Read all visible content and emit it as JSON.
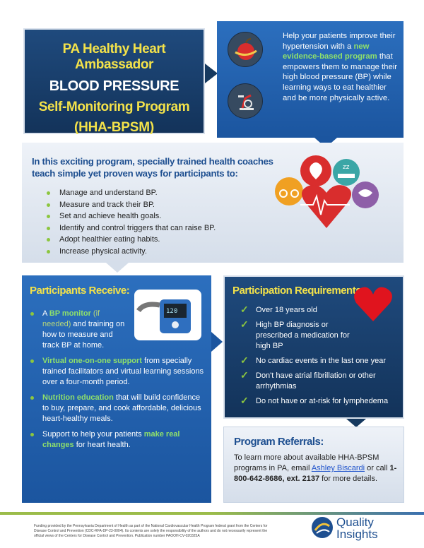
{
  "title": {
    "line1": "PA Healthy Heart Ambassador",
    "line2": "BLOOD PRESSURE",
    "line3": "Self-Monitoring Program",
    "line4": "(HHA-BPSM)"
  },
  "intro": {
    "part1": "Help your patients improve their hypertension with a ",
    "highlight": "new evidence-based program",
    "part2": " that empowers them to manage their high blood pressure (BP) while learning ways to eat healthier and be more physically active."
  },
  "program": {
    "heading": "In this exciting program, specially trained health coaches teach simple yet proven ways for participants to:",
    "items": [
      "Manage and understand BP.",
      "Measure and track their BP.",
      "Set and achieve health goals.",
      "Identify and control triggers that can raise BP.",
      "Adopt healthier eating habits.",
      "Increase physical activity."
    ]
  },
  "receive": {
    "heading": "Participants Receive:",
    "item1": {
      "pre": "A ",
      "strong": "BP monitor",
      "paren": " (if needed)",
      "rest": " and training on how to measure and track BP at home."
    },
    "item2": {
      "strong": "Virtual one-on-one support",
      "rest": " from specially trained facilitators and virtual learning sessions over a four-month period."
    },
    "item3": {
      "strong": "Nutrition education",
      "rest": " that will build confidence to buy, prepare, and cook affordable, delicious heart-healthy meals."
    },
    "item4": {
      "pre": "Support to help your patients ",
      "strong": "make real changes",
      "rest": " for heart health."
    }
  },
  "requirements": {
    "heading": "Participation Requirements:",
    "items": [
      "Over 18 years old",
      "High BP diagnosis or prescribed a medication for high BP",
      "No cardiac events in the last one year",
      "Don't have atrial fibrillation or other arrhythmias",
      "Do not have or at-risk for lymphedema"
    ]
  },
  "referrals": {
    "heading": "Program Referrals:",
    "text1": "To learn more about available HHA-BPSM programs in PA, email ",
    "link": "Ashley Biscardi",
    "text2": " or call ",
    "phone": "1-800-642-8686, ext. 2137",
    "text3": " for more details."
  },
  "footer": {
    "text": "Funding provided by the Pennsylvania Department of Health as part of the National Cardiovascular Health Program federal grant from the Centers for Disease Control and Prevention (CDC-RFA-DP-23-0004). Its contents are solely the responsibility of the authors and do not necessarily represent the official views of the Centers for Disease Control and Prevention. Publication number PAOOH-CV-020325A",
    "logo_line1": "Quality",
    "logo_line2": "Insights"
  },
  "icons": [
    "apple-measuring-tape-icon",
    "exercise-bike-icon",
    "apple-icon",
    "sleep-bed-icon",
    "bicycle-icon",
    "heart-monitor-icon",
    "heart-pulse-icon",
    "bp-monitor-icon",
    "red-heart-icon",
    "quality-insights-logo-icon"
  ],
  "colors": {
    "navy": "#1f4a7d",
    "blue": "#2c6fbe",
    "yellow": "#f3e24a",
    "green": "#8cc63f",
    "heading_blue": "#1e4f90"
  }
}
